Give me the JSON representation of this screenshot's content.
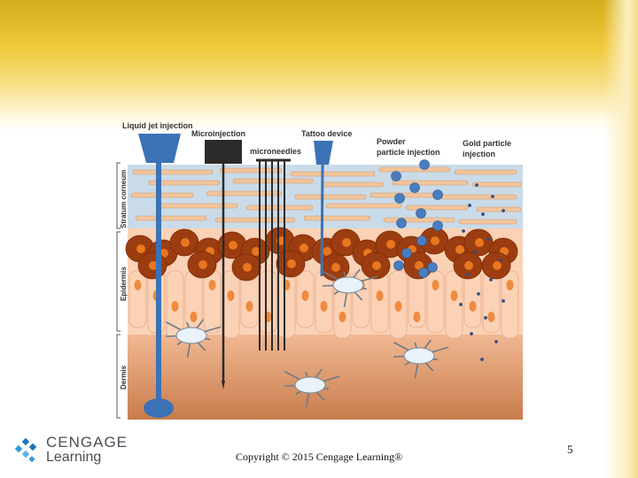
{
  "diagram": {
    "labels": {
      "liquid_jet": "Liquid jet injection",
      "microinjection": "Microinjection",
      "microneedles": "microneedles",
      "tattoo": "Tattoo device",
      "powder_line1": "Powder",
      "powder_line2": "particle injection",
      "gold_line1": "Gold particle",
      "gold_line2": "injection"
    },
    "layers": {
      "stratum": "Stratum corneum",
      "epidermis": "Epidermis",
      "dermis": "Dermis"
    },
    "colors": {
      "stratum_bg": "#c9dbe9",
      "keratin": "#f0c49c",
      "keratin_edge": "#d59a6c",
      "basal_cell": "#9b3d10",
      "basal_nucleus": "#e8771f",
      "epidermal_cell": "#fbd2b6",
      "epidermal_nucleus": "#ef8a3e",
      "dermis_top": "#f1b893",
      "dermis_bottom": "#c87c4c",
      "device_blue": "#3b72b5",
      "device_dark": "#2b2b2b",
      "particle_blue": "#4a7dbf",
      "gold_dot": "#2f4f82"
    }
  },
  "footer": {
    "logo_line1": "CENGAGE",
    "logo_line2": "Learning",
    "copyright": "Copyright © 2015 Cengage Learning®",
    "page_number": "5"
  }
}
